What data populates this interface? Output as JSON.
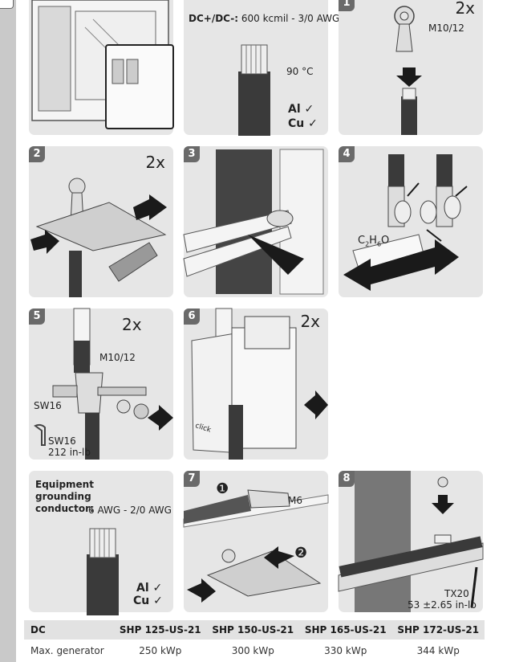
{
  "panel_top_middle": {
    "spec_label": "DC+/DC-:",
    "spec_value": "600 kcmil - 3/0 AWG",
    "temp": "90 °C",
    "al": "Al ✓",
    "cu": "Cu ✓"
  },
  "panel_step1": {
    "step": "1",
    "mult": "2x",
    "lug": "M10/12"
  },
  "panel_step2": {
    "step": "2",
    "mult": "2x"
  },
  "panel_step3": {
    "step": "3"
  },
  "panel_step4": {
    "step": "4",
    "solvent_c": "C",
    "solvent_sub": "2",
    "solvent_h": "H",
    "solvent_sub2": "6",
    "solvent_o": "O"
  },
  "panel_step5": {
    "step": "5",
    "mult": "2x",
    "bolt": "M10/12",
    "washer": "SW16",
    "tool": "SW16",
    "torque": "212 in-lb"
  },
  "panel_step6": {
    "step": "6",
    "mult": "2x",
    "click": "click"
  },
  "panel_ground": {
    "line1": "Equipment",
    "line2": "grounding",
    "line3": "conductor:",
    "value": "6 AWG - 2/0 AWG",
    "al": "Al ✓",
    "cu": "Cu ✓"
  },
  "panel_step7": {
    "step": "7",
    "callout1": "❶",
    "callout2": "❷",
    "lug": "M6"
  },
  "panel_step8": {
    "step": "8",
    "tool": "TX20",
    "torque": "53 ±2.65 in-lb"
  },
  "table": {
    "headers": [
      "DC",
      "SHP 125-US-21",
      "SHP 150-US-21",
      "SHP 165-US-21",
      "SHP 172-US-21"
    ],
    "rows": [
      [
        "Max. generator",
        "250 kWp",
        "300 kWp",
        "330 kWp",
        "344 kWp"
      ]
    ]
  },
  "colors": {
    "panel_bg": "#e6e6e6",
    "step_badge": "#6a6a6a",
    "sidebar": "#c9c9c9",
    "arrow": "#1a1a1a"
  }
}
